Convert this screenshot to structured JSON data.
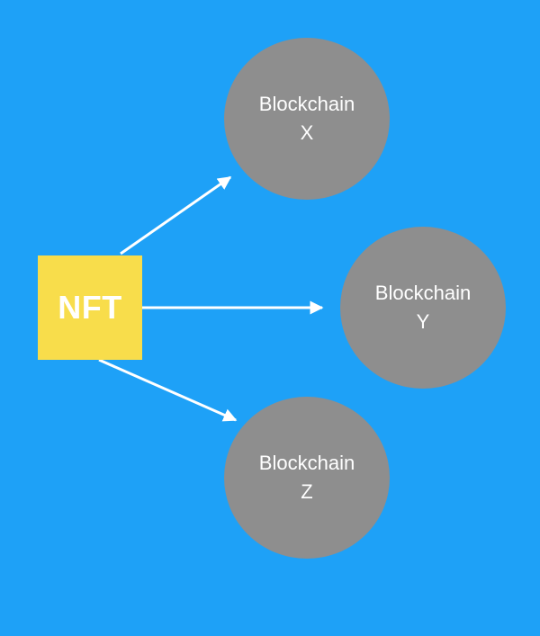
{
  "colors": {
    "background": "#1ea1f7",
    "nft_box": "#f8dd4b",
    "node_fill": "#8e8e8e",
    "text": "#ffffff",
    "arrow": "#ffffff"
  },
  "source": {
    "label": "NFT"
  },
  "nodes": [
    {
      "line1": "Blockchain",
      "line2": "X"
    },
    {
      "line1": "Blockchain",
      "line2": "Y"
    },
    {
      "line1": "Blockchain",
      "line2": "Z"
    }
  ]
}
